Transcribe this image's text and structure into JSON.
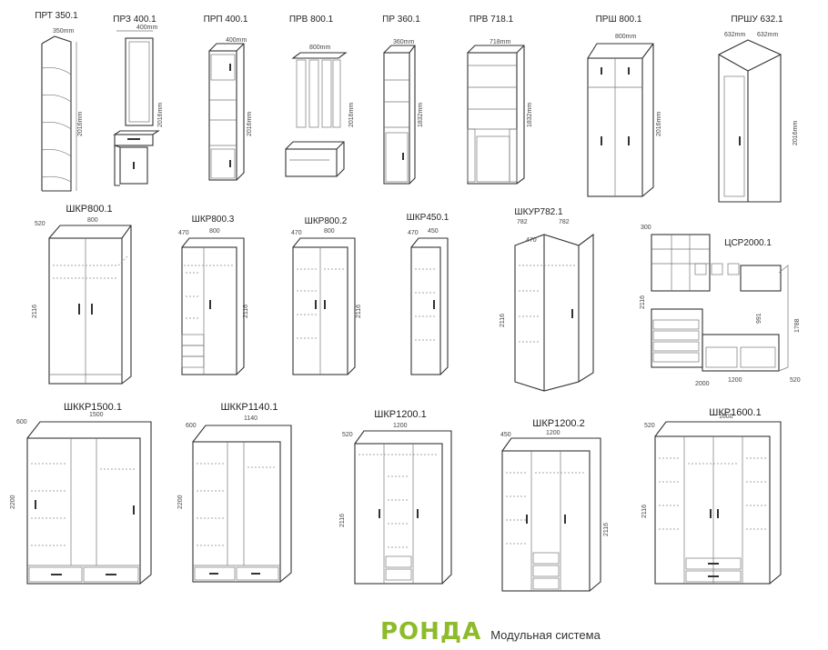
{
  "row1": [
    {
      "code": "ПРТ 350.1",
      "dims": [
        "350mm",
        "2016mm"
      ]
    },
    {
      "code": "ПРЗ 400.1",
      "dims": [
        "400mm",
        "2016mm"
      ]
    },
    {
      "code": "ПРП 400.1",
      "dims": [
        "400mm",
        "2016mm"
      ]
    },
    {
      "code": "ПРВ 800.1",
      "dims": [
        "800mm",
        "2016mm"
      ]
    },
    {
      "code": "ПР 360.1",
      "dims": [
        "360mm",
        "1832mm"
      ]
    },
    {
      "code": "ПРВ 718.1",
      "dims": [
        "718mm",
        "1832mm"
      ]
    },
    {
      "code": "ПРШ 800.1",
      "dims": [
        "800mm",
        "2016mm"
      ]
    },
    {
      "code": "ПРШУ 632.1",
      "dims": [
        "632mm",
        "632mm",
        "2016mm"
      ]
    }
  ],
  "row2": [
    {
      "code": "ШКР800.1",
      "dims": [
        "520",
        "800",
        "2116"
      ]
    },
    {
      "code": "ШКР800.3",
      "dims": [
        "470",
        "800",
        "2116"
      ]
    },
    {
      "code": "ШКР800.2",
      "dims": [
        "470",
        "800",
        "2116"
      ]
    },
    {
      "code": "ШКР450.1",
      "dims": [
        "470",
        "450"
      ]
    },
    {
      "code": "ШКУР782.1",
      "dims": [
        "782",
        "782",
        "470",
        "2116"
      ]
    },
    {
      "code": "ЦСР2000.1",
      "dims": [
        "300",
        "2116",
        "991",
        "1788",
        "2000",
        "1200",
        "520"
      ]
    }
  ],
  "row3": [
    {
      "code": "ШККР1500.1",
      "dims": [
        "600",
        "1500",
        "2200"
      ]
    },
    {
      "code": "ШККР1140.1",
      "dims": [
        "600",
        "1140",
        "2200"
      ]
    },
    {
      "code": "ШКР1200.1",
      "dims": [
        "520",
        "1200",
        "2116"
      ]
    },
    {
      "code": "ШКР1200.2",
      "dims": [
        "450",
        "1200",
        "2116"
      ]
    },
    {
      "code": "ШКР1600.1",
      "dims": [
        "520",
        "1600",
        "2116"
      ]
    }
  ],
  "footer": {
    "brand": "РОНДА",
    "subtitle": "Модульная система"
  }
}
